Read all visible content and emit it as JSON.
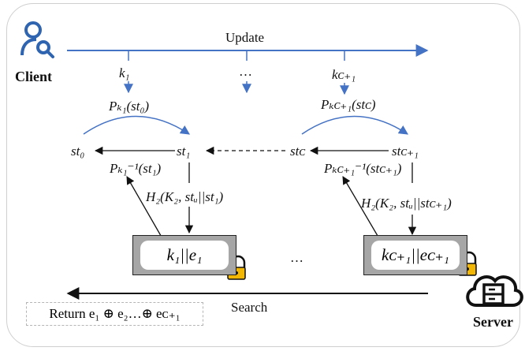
{
  "actors": {
    "client_label": "Client",
    "server_label": "Server"
  },
  "update": {
    "label": "Update",
    "key_1": "k₁",
    "ellipsis": "…",
    "key_c1": "kᴄ₊₁"
  },
  "chain": {
    "st0": "st₀",
    "st1": "st₁",
    "stc": "stᴄ",
    "stc1": "stᴄ₊₁",
    "p_forward_1": "Pₖ₁(st₀)",
    "p_inverse_1": "Pₖ₁⁻¹(st₁)",
    "p_forward_c1": "Pₖᴄ₊₁(stᴄ)",
    "p_inverse_c1": "Pₖᴄ₊₁⁻¹(stᴄ₊₁)",
    "hash_1": "H₂(K₂, stᵤ||st₁)",
    "hash_c1": "H₂(K₂, stᵤ||stᴄ₊₁)"
  },
  "server_boxes": {
    "box_1": "k₁||e₁",
    "box_c1": "kᴄ₊₁||eᴄ₊₁",
    "ellipsis": "…"
  },
  "search": {
    "label": "Search",
    "return_text": "Return e₁ ⊕ e₂…⊕ eᴄ₊₁"
  },
  "colors": {
    "accent_blue": "#4472c4",
    "lock_gold": "#f2b705",
    "box_gray": "#a6a6a6"
  }
}
